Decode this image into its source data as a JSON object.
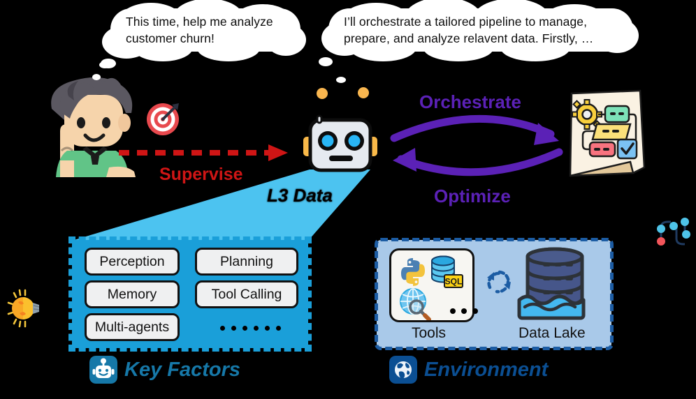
{
  "bubbles": {
    "user": {
      "name": "user-thought-bubble",
      "line1": "This time, help me analyze",
      "line2": "customer churn!"
    },
    "agent": {
      "name": "agent-thought-bubble",
      "line1": "I’ll orchestrate a tailored pipeline to manage,",
      "line2": "prepare, and analyze relavent data. Firstly, …"
    }
  },
  "labels": {
    "supervise": "Supervise",
    "orchestrate": "Orchestrate",
    "optimize": "Optimize",
    "agent_name": "L3 Data"
  },
  "key_factors": {
    "caption": "Key Factors",
    "icon": "robot-icon",
    "chips": [
      {
        "label": "Perception"
      },
      {
        "label": "Planning"
      },
      {
        "label": "Memory"
      },
      {
        "label": "Tool Calling"
      },
      {
        "label": "Multi-agents"
      }
    ],
    "ellipsis_dots": 6
  },
  "environment": {
    "caption": "Environment",
    "icon": "globe-icon",
    "tools_label": "Tools",
    "data_lake_label": "Data Lake",
    "tool_icons": [
      "python-icon",
      "sql-database-icon",
      "web-search-icon",
      "more-dots-icon"
    ],
    "sql_badge": "SQL"
  },
  "colors": {
    "supervise_red": "#cf1515",
    "purple": "#5b21b6",
    "beam_blue": "#4cc3f0",
    "key_factors_blue": "#1a9fd9",
    "environment_blue": "#a9c9e9",
    "environment_border": "#1c5ca3",
    "caption_blue": "#1678a8",
    "caption_navy": "#0b4f93",
    "robot_body": "#e6eaf0",
    "robot_eye": "#29b6f6",
    "robot_ear": "#f9b949"
  }
}
